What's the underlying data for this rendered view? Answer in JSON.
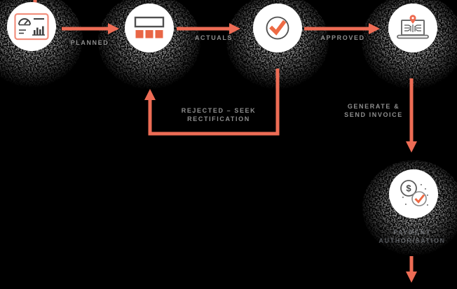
{
  "colors": {
    "background": "#000000",
    "arrow": "#ED6C55",
    "icon_accent": "#E96646",
    "icon_outline_gray": "#4F4F4F",
    "label_text": "#8E8E8E",
    "caption_text": "#4C4F54"
  },
  "diagram": {
    "labels": {
      "planned": "PLANNED",
      "actuals": "ACTUALS",
      "approved": "APPROVED",
      "rejected_line1": "REJECTED – SEEK",
      "rejected_line2": "RECTIFICATION",
      "invoice_line1": "GENERATE &",
      "invoice_line2": "SEND INVOICE",
      "payment_caption_line1": "PAYMENT",
      "payment_caption_line2": "AUTHORISATION",
      "dollar_glyph": "$"
    },
    "nodes": {
      "planned": {
        "icon": "dashboard-report-icon"
      },
      "budget": {
        "icon": "budget-blocks-icon"
      },
      "approval": {
        "icon": "check-circle-icon"
      },
      "invoicing": {
        "icon": "laptop-map-pin-icon"
      },
      "payment": {
        "icon": "dollar-check-icon"
      }
    }
  }
}
